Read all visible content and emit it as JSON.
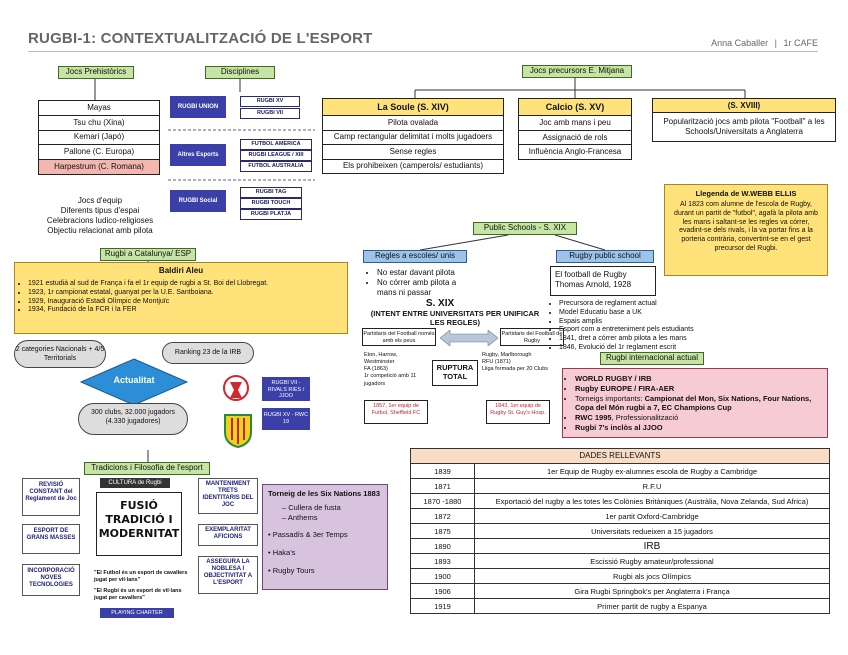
{
  "header": {
    "title": "RUGBI-1: CONTEXTUALITZACIÓ DE L'ESPORT",
    "author": "Anna Caballer",
    "separator": "|",
    "course": "1r CAFE"
  },
  "jocs_prehistorics": {
    "title": "Jocs Prehistòrics",
    "items": [
      "Mayas",
      "Tsu chu (Xina)",
      "Kemari (Japó)",
      "Pallone (C. Europa)",
      "Harpestrum (C. Romana)"
    ],
    "traits": [
      "Jocs d'equip",
      "Diferents tipus d'espai",
      "Celebracions ludico-religioses",
      "Objectiu relacionat amb pilota"
    ]
  },
  "disciplines": {
    "title": "Disciplines",
    "groups": [
      {
        "name": "RUGBI UNION",
        "tags": [
          "RUGBI XV",
          "RUGBI VII"
        ]
      },
      {
        "name": "Altres Esports",
        "tags": [
          "FUTBOL AMERICA",
          "RUGBI LEAGUE / XIII",
          "FUTBOL AUSTRALIA"
        ]
      },
      {
        "name": "RUGBI Social",
        "tags": [
          "RUGBI TAG",
          "RUGBI TOUCH",
          "RUGBI PLATJA"
        ]
      }
    ]
  },
  "jocs_precursors": {
    "title": "Jocs precursors E. Mitjana",
    "columns": [
      {
        "title": "La Soule (S. XIV)",
        "items": [
          "Pilota ovalada",
          "Camp rectangular delimitat i molts jugadoers",
          "Sense regles",
          "Els prohibeixen (camperols/ estudiants)"
        ]
      },
      {
        "title": "Calcio (S. XV)",
        "items": [
          "Joc amb mans i peu",
          "Assignació de rols",
          "Influència Anglo-Francesa"
        ]
      },
      {
        "title": "(S. XVIII)",
        "items": [
          "Popularització jocs amb pilota \"Football\" a les Schools/Universitats a Anglaterra"
        ]
      }
    ]
  },
  "public_schools": {
    "title": "Public Schools - S. XIX",
    "left_title": "Regles a escoles/ unis",
    "left_items": [
      "No estar davant pilota",
      "No córrer amb pilota a mans ni passar"
    ],
    "right_title": "Rugby public school",
    "right_text": [
      "El football de Rugby",
      "Thomas Arnold, 1928"
    ],
    "right_bullets": [
      "Precursora de reglament actual",
      "Model Educatiu base a UK",
      "Espais amplis",
      "Esport com a entreteniment pels estudiants",
      "1841, dret a córrer amb pilota a les mans",
      "1846, Evolució del 1r reglament escrit"
    ]
  },
  "sxix": {
    "title": "S. XIX",
    "subtitle": "(INTENT ENTRE UNIVERSITATS PER UNIFICAR LES REGLES)",
    "left_head": "Partidaris del Football només amb els peus",
    "right_head": "Partidaris del Football de Rugby",
    "left_items": [
      "Eton, Harrow, Westminster",
      "FA (1863)",
      "1r competició amb 11 jugadors"
    ],
    "right_items": [
      "Rugby, Marlborough",
      "RFU (1871)",
      "Lliga formada per 20 Clubs"
    ],
    "ruptura": "RUPTURA TOTAL",
    "left_club": "1857, 1er equip de Futbol, Sheffield FC",
    "right_club": "1843, 1er equip de Rugby St. Guy's Hosp."
  },
  "llegenda": {
    "title": "Llegenda de W.WEBB ELLIS",
    "text": "Al 1823 com alumne de l'escola de Rugby, durant un partit de \"futbol\", agafà la pilota amb les mans i saltant-se les regles va córrer, evadint-se dels rivals, i la va portar fins a la porteria contrària, convertint-se en el gest precursor del Rugbi."
  },
  "catalunya": {
    "title": "Rugbi a Catalunya/ ESP",
    "person": "Baldiri Aleu",
    "items": [
      "1921 estudià al sud de França i fa el 1r equip de rugbi a St. Boi del Llobregat.",
      "1923, 1r campionat estatal, guanyat per la U.E. Santboiana.",
      "1929, Inauguració Estadi Olímpic de Montjuïc",
      "1934, Fundació de la FCR i la FER"
    ]
  },
  "actualitat": {
    "categories": "2 categories Nacionals + 4/5 Territorials",
    "ranking": "Ranking 23 de la IRB",
    "title": "Actualitat",
    "clubs": "300 clubs, 32.000 jugadors (4.330 jugadores)",
    "badge1": "RUGBI VII - RIVALS RIES / JJOO",
    "badge2": "RUGBI XV - RWC 19"
  },
  "internacional": {
    "title": "Rugbi internacional actual",
    "items": [
      {
        "bold": "WORLD RUGBY / IRB",
        "text": ""
      },
      {
        "bold": "Rugby EUROPE / FIRA-AER",
        "text": ""
      },
      {
        "bold": "",
        "text": "Torneigs importants: ",
        "bold2": "Campionat del Mon, Six Nations, Four Nations, Copa del Món rugbi a 7, EC Champions Cup"
      },
      {
        "bold": "RWC 1995",
        "text": ", Professionalització"
      },
      {
        "bold": "Rugbi 7's inclòs al JJOO",
        "text": ""
      }
    ]
  },
  "tradicions": {
    "title": "Tradicions i Filosofia de l'esport",
    "cultura": "CULTURA de Rugbi",
    "left": [
      "REVISIÓ CONSTANT del Reglament de Joc",
      "ESPORT DE GRANS MASSES",
      "INCORPORACIÓ NOVES TECNOLOGIES"
    ],
    "center_lines": [
      "FUSIÓ",
      "TRADICIÓ I",
      "MODERNITAT"
    ],
    "quote1": "\"El Futbol és un esport de cavallers jugat per vil·lans\"",
    "quote2": "\"El Rugbi és un esport de vil·lans jugat per cavallers\"",
    "playing": "PLAYING CHARTER",
    "right": [
      "MANTENIMENT TRETS IDENTITARIS DEL JOC",
      "EXEMPLARITAT AFICIONS",
      "ASSEGURA LA NOBLESA I OBJECTIVITAT A L'ESPORT"
    ]
  },
  "six_nations": {
    "title": "Torneig de les Six Nations 1883",
    "sub": [
      "Cullera de fusta",
      "Anthems"
    ],
    "items": [
      "Passadís & 3er Temps",
      "Haka's",
      "Rugby Tours"
    ]
  },
  "dades": {
    "title": "DADES RELLEVANTS",
    "rows": [
      [
        "1839",
        "1er Equip de Rugby ex-alumnes escola de Rugby a Cambridge"
      ],
      [
        "1871",
        "R.F.U"
      ],
      [
        "1870 -1880",
        "Exportació del rugby a les totes les Colònies Britàniques (Austràlia, Nova Zelanda, Sud Africa)"
      ],
      [
        "1872",
        "1er partit Oxford-Cambridge"
      ],
      [
        "1875",
        "Universitats redueixen a 15 jugadors"
      ],
      [
        "1890",
        "IRB"
      ],
      [
        "1893",
        "Escissió Rugby amateur/professional"
      ],
      [
        "1900",
        "Rugbi als jocs Olímpics"
      ],
      [
        "1906",
        "Gira Rugbi Springbok's per Anglaterra i França"
      ],
      [
        "1919",
        "Primer partit de rugby a Espanya"
      ]
    ]
  },
  "colors": {
    "green": "#c6e4a3",
    "yellow": "#ffe27a",
    "pink": "#f7cbd3",
    "blue": "#9cc3ea",
    "navy": "#3b3fa8"
  }
}
